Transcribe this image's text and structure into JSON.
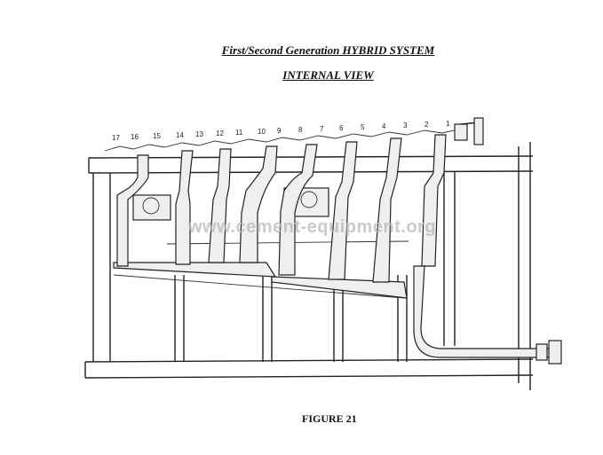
{
  "header": {
    "title": "First/Second Generation HYBRID SYSTEM",
    "subtitle": "INTERNAL VIEW"
  },
  "diagram": {
    "unit_labels": [
      "17",
      "16",
      "15",
      "14",
      "13",
      "12",
      "11",
      "10",
      "9",
      "8",
      "7",
      "6",
      "5",
      "4",
      "3",
      "2",
      "1"
    ]
  },
  "watermark": "www.cement-equipment.org",
  "caption": "FIGURE 21"
}
